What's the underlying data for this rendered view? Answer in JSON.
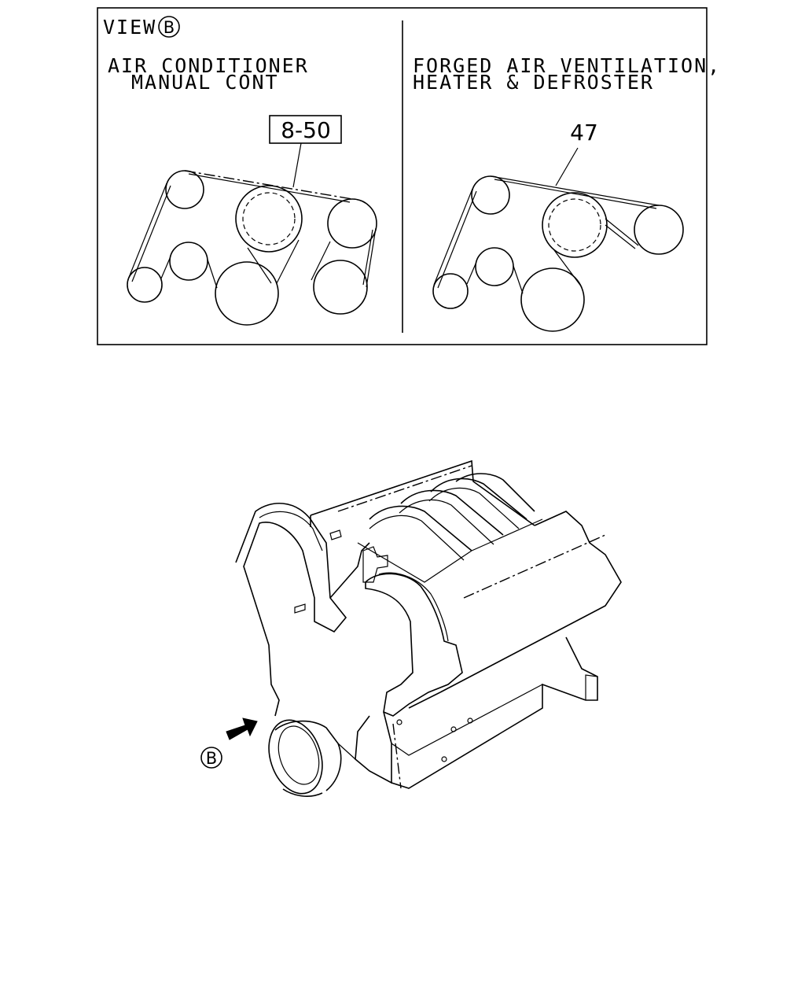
{
  "view_box": {
    "view_label": "VIEW",
    "view_marker": "B",
    "left_panel": {
      "title_line1": "AIR CONDITIONER",
      "title_line2": "MANUAL CONT",
      "part_ref": "8-50"
    },
    "right_panel": {
      "title_line1": "FORGED AIR VENTILATION,",
      "title_line2": "HEATER & DEFROSTER",
      "part_ref": "47"
    }
  },
  "engine_view": {
    "view_marker": "B"
  }
}
